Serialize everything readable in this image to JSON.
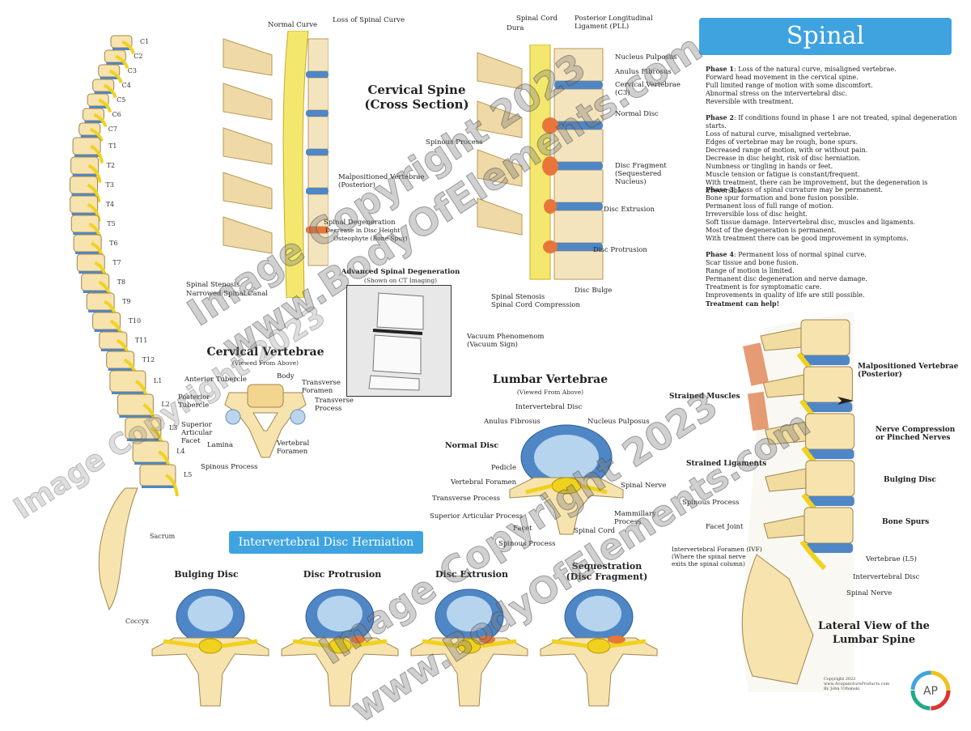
{
  "poster": {
    "title": "Spinal Degeneration",
    "phases": [
      {
        "heading": "Phase 1",
        "lines": [
          "Loss of the natural curve, misaligned vertebrae.",
          "Forward head movement in the cervical spine.",
          "Full limited range of motion with some discomfort.",
          "Abnormal stress on the intervertebral disc.",
          "Reversible with treatment."
        ]
      },
      {
        "heading": "Phase 2",
        "lines": [
          "If conditions found in phase 1 are not treated, spinal degeneration starts.",
          "Loss of natural curve, misaligned vertebrae.",
          "Edges of vertebrae may be rough, bone spurs.",
          "Decreased range of motion, with or without pain.",
          "Decrease in disc height, risk of disc herniation.",
          "Numbness or tingling in hands or feet.",
          "Muscle tension or fatigue is constant/frequent.",
          "With treatment, there can be improvement, but the degeneration is irreversible."
        ]
      },
      {
        "heading": "Phase 3",
        "lines": [
          "Loss of spinal curvature may be permanent.",
          "Bone spur formation and bone fusion possible.",
          "Permanent loss of full range of motion.",
          "Irreversible loss of disc height.",
          "Soft tissue damage. Intervertebral disc, muscles and ligaments.",
          "Most of the degeneration is permanent.",
          "With treatment there can be good improvement in symptoms."
        ]
      },
      {
        "heading": "Phase 4",
        "lines": [
          "Permanent loss of normal spinal curve.",
          "Scar tissue and bone fusion.",
          "Range of motion is limited.",
          "Permanent disc degeneration and nerve damage.",
          "Treatment is for symptomatic care.",
          "Improvements in quality of life are still possible."
        ],
        "emphasis": "Treatment can help!"
      }
    ],
    "spine_levels": [
      "C1",
      "C2",
      "C3",
      "C4",
      "C5",
      "C6",
      "C7",
      "T1",
      "T2",
      "T3",
      "T4",
      "T5",
      "T6",
      "T7",
      "T8",
      "T9",
      "T10",
      "T11",
      "T12",
      "L1",
      "L2",
      "L3",
      "L4",
      "L5",
      "Sacrum",
      "Coccyx"
    ],
    "cervical_section": {
      "title_line1": "Cervical Spine",
      "title_line2": "(Cross Section)",
      "labels": {
        "normal_curve": "Normal Curve",
        "loss_curve": "Loss of Spinal Curve",
        "malpositioned": "Malpositioned Vertebrae\n(Posterior)",
        "spinal_degeneration": "Spinal Degeneration",
        "decrease_disc": "Decrease in Disc Height",
        "osteophyte": "Osteophyte (Bone Spur)",
        "stenosis": "Spinal Stenosis",
        "narrowed": "Narrowed Spinal Canal",
        "spinal_cord": "Spinal Cord",
        "dura": "Dura",
        "pll": "Posterior Longitudinal\nLigament (PLL)",
        "nucleus": "Nucleus Pulposus",
        "anulus": "Anulus Fibrosus",
        "cervical_vert": "Cervical Vertebrae\n(C3)",
        "normal_disc": "Normal Disc",
        "spinous": "Spinous Process",
        "fragment": "Disc Fragment\n(Sequestered\nNucleus)",
        "extrusion": "Disc Extrusion",
        "protrusion": "Disc Protrusion",
        "bulge": "Disc Bulge",
        "stenosis2": "Spinal Stenosis\nSpinal Cord Compression"
      }
    },
    "advanced": {
      "title": "Advanced Spinal Degeneration",
      "subtitle": "(Shown on CT Imaging)",
      "vacuum": "Vacuum Phenomenom\n(Vacuum Sign)"
    },
    "cervical_vertebrae": {
      "title": "Cervical Vertebrae",
      "subtitle": "(Viewed From Above)",
      "labels": {
        "anterior_tubercle": "Anterior Tubercle",
        "body": "Body",
        "transverse_foramen": "Transverse\nForamen",
        "posterior_tubercle": "Posterior\nTubercle",
        "transverse_process": "Transverse\nProcess",
        "superior_facet": "Superior\nArticular\nFacet",
        "lamina": "Lamina",
        "vertebral_foramen": "Vertebral\nForamen",
        "spinous_process": "Spinous Process"
      }
    },
    "lumbar_vertebrae": {
      "title": "Lumbar Vertebrae",
      "subtitle": "(Viewed From Above)",
      "labels": {
        "intervertebral_disc": "Intervertebral Disc",
        "anulus": "Anulus Fibrosus",
        "nucleus": "Nucleus Pulposus",
        "normal_disc": "Normal Disc",
        "pedicle": "Pedicle",
        "vertebral_foramen": "Vertebral Foramen",
        "transverse_process": "Transverse Process",
        "superior_facet": "Superior Articular Process",
        "spinal_nerve": "Spinal Nerve",
        "mammillary": "Mammillary\nProcess",
        "facet": "Facet",
        "spinal_cord": "Spinal Cord",
        "spinous_process": "Spinous Process"
      }
    },
    "herniation": {
      "title": "Intervertebral Disc Herniation",
      "discs": [
        "Bulging Disc",
        "Disc Protrusion",
        "Disc Extrusion",
        "Sequestration\n(Disc Fragment)"
      ]
    },
    "lateral": {
      "title_line1": "Lateral View of the",
      "title_line2": "Lumbar Spine",
      "labels": {
        "malpositioned": "Malpositioned Vertebrae\n(Posterior)",
        "strained_muscles": "Strained Muscles",
        "nerve_compression": "Nerve Compression\nor Pinched Nerves",
        "strained_ligaments": "Strained Ligaments",
        "bulging": "Bulging Disc",
        "spinous": "Spinous Process",
        "facet": "Facet Joint",
        "bone_spurs": "Bone Spurs",
        "ivf": "Intervertebral Foramen (IVF)\n(Where the spinal nerve\nexits the spinal column)",
        "vertebrae_l5": "Vertebrae (L5)",
        "ivd": "Intervertebral Disc",
        "spinal_nerve": "Spinal Nerve"
      }
    },
    "watermark": {
      "line1": "Image Copyright 2023",
      "line2": "www.BodyOfElements.com"
    },
    "credit": [
      "Copyright 2022",
      "www.AcupunctureProducts.com",
      "By John Urbanski"
    ],
    "colors": {
      "accent": "#3fa3e0",
      "bone": "#f7e3ad",
      "nerve": "#f0d21e",
      "disc": "#4f86c6",
      "damage": "#e8763a"
    }
  }
}
